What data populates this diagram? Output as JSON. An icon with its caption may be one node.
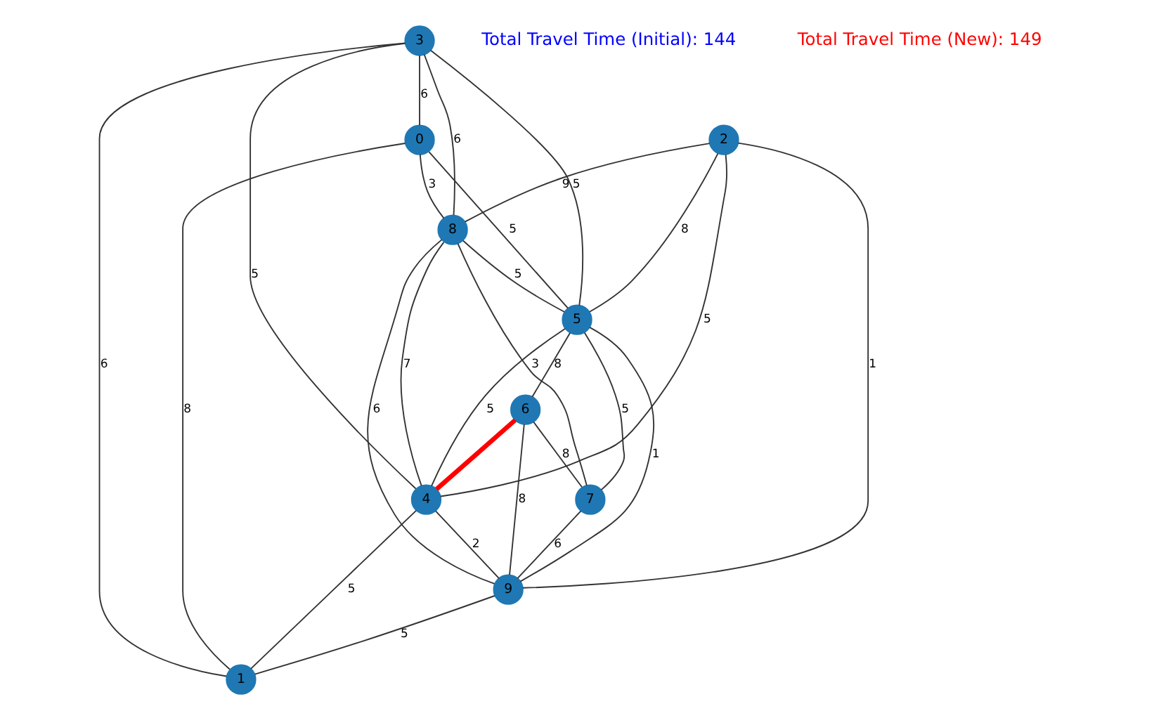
{
  "diagram": {
    "nodes": [
      {
        "text": [
          "0"
        ]
      },
      {
        "text": [
          "1"
        ]
      },
      {
        "text": [
          "2"
        ]
      },
      {
        "text": [
          "3"
        ]
      },
      {
        "text": [
          "4"
        ]
      },
      {
        "text": [
          "5"
        ]
      },
      {
        "text": [
          "6"
        ]
      },
      {
        "text": [
          "7"
        ]
      },
      {
        "text": [
          "8"
        ]
      },
      {
        "text": [
          "9"
        ]
      }
    ],
    "edges": [
      {
        "from": 3,
        "to": 0,
        "arrow": "none",
        "label": "6"
      },
      {
        "from": 3,
        "to": 8,
        "arrow": "none",
        "label": "6"
      },
      {
        "from": 3,
        "to": 5,
        "arrow": "none",
        "label": "5"
      },
      {
        "from": 3,
        "to": 4,
        "arrow": "none",
        "label": "5"
      },
      {
        "from": 3,
        "to": 1,
        "arrow": "none",
        "label": "6"
      },
      {
        "from": 0,
        "to": 8,
        "arrow": "none",
        "label": "3"
      },
      {
        "from": 0,
        "to": 5,
        "arrow": "none",
        "label": "5"
      },
      {
        "from": 0,
        "to": 1,
        "arrow": "none",
        "label": "8"
      },
      {
        "from": 2,
        "to": 8,
        "arrow": "none",
        "label": "9"
      },
      {
        "from": 2,
        "to": 5,
        "arrow": "none",
        "label": "8"
      },
      {
        "from": 2,
        "to": 4,
        "arrow": "none",
        "label": "5"
      },
      {
        "from": 2,
        "to": 9,
        "arrow": "none",
        "label": "1"
      },
      {
        "from": 8,
        "to": 5,
        "arrow": "none",
        "label": "5"
      },
      {
        "from": 8,
        "to": 4,
        "arrow": "none",
        "label": "7"
      },
      {
        "from": 8,
        "to": 9,
        "arrow": "none",
        "label": "6"
      },
      {
        "from": 8,
        "to": 7,
        "arrow": "none",
        "label": "3"
      },
      {
        "from": 5,
        "to": 4,
        "arrow": "none",
        "label": "5"
      },
      {
        "from": 5,
        "to": 9,
        "arrow": "none",
        "label": "1"
      },
      {
        "from": 5,
        "to": 6,
        "arrow": "none",
        "label": "8"
      },
      {
        "from": 5,
        "to": 7,
        "arrow": "none",
        "label": "5"
      },
      {
        "from": 4,
        "to": 9,
        "arrow": "none",
        "label": "2"
      },
      {
        "from": 4,
        "to": 1,
        "arrow": "none",
        "label": "5"
      },
      {
        "from": 9,
        "to": 1,
        "arrow": "none",
        "label": "5"
      },
      {
        "from": 6,
        "to": 9,
        "arrow": "none",
        "label": "8"
      },
      {
        "from": 6,
        "to": 7,
        "arrow": "none",
        "label": "8"
      },
      {
        "from": 7,
        "to": 9,
        "arrow": "none",
        "label": "6"
      },
      {
        "from": 6,
        "to": 4,
        "arrow": "none",
        "style": "thick",
        "color": "#ff0000"
      }
    ],
    "labels": [
      "Total Travel Time (Initial): 144",
      "Total Travel Time (New): 149"
    ]
  }
}
